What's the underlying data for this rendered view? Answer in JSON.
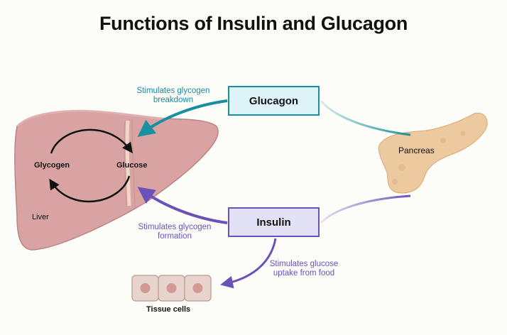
{
  "title": "Functions of Insulin and Glucagon",
  "boxes": {
    "glucagon": "Glucagon",
    "insulin": "Insulin"
  },
  "annotations": {
    "glycogen_breakdown": [
      "Stimulates glycogen",
      "breakdown"
    ],
    "glycogen_formation": [
      "Stimulates glycogen",
      "formation"
    ],
    "glucose_uptake": [
      "Stimulates glucose",
      "uptake from food"
    ]
  },
  "labels": {
    "glycogen": "Glycogen",
    "glucose": "Glucose",
    "liver": "Liver",
    "pancreas": "Pancreas",
    "tissue_cells": "Tissue cells"
  },
  "colors": {
    "glucagon": "#17909f",
    "insulin": "#6a52b8",
    "liver": "#d9a3a3",
    "pancreas": "#ecc99f",
    "cell": "#e8d4cc"
  }
}
